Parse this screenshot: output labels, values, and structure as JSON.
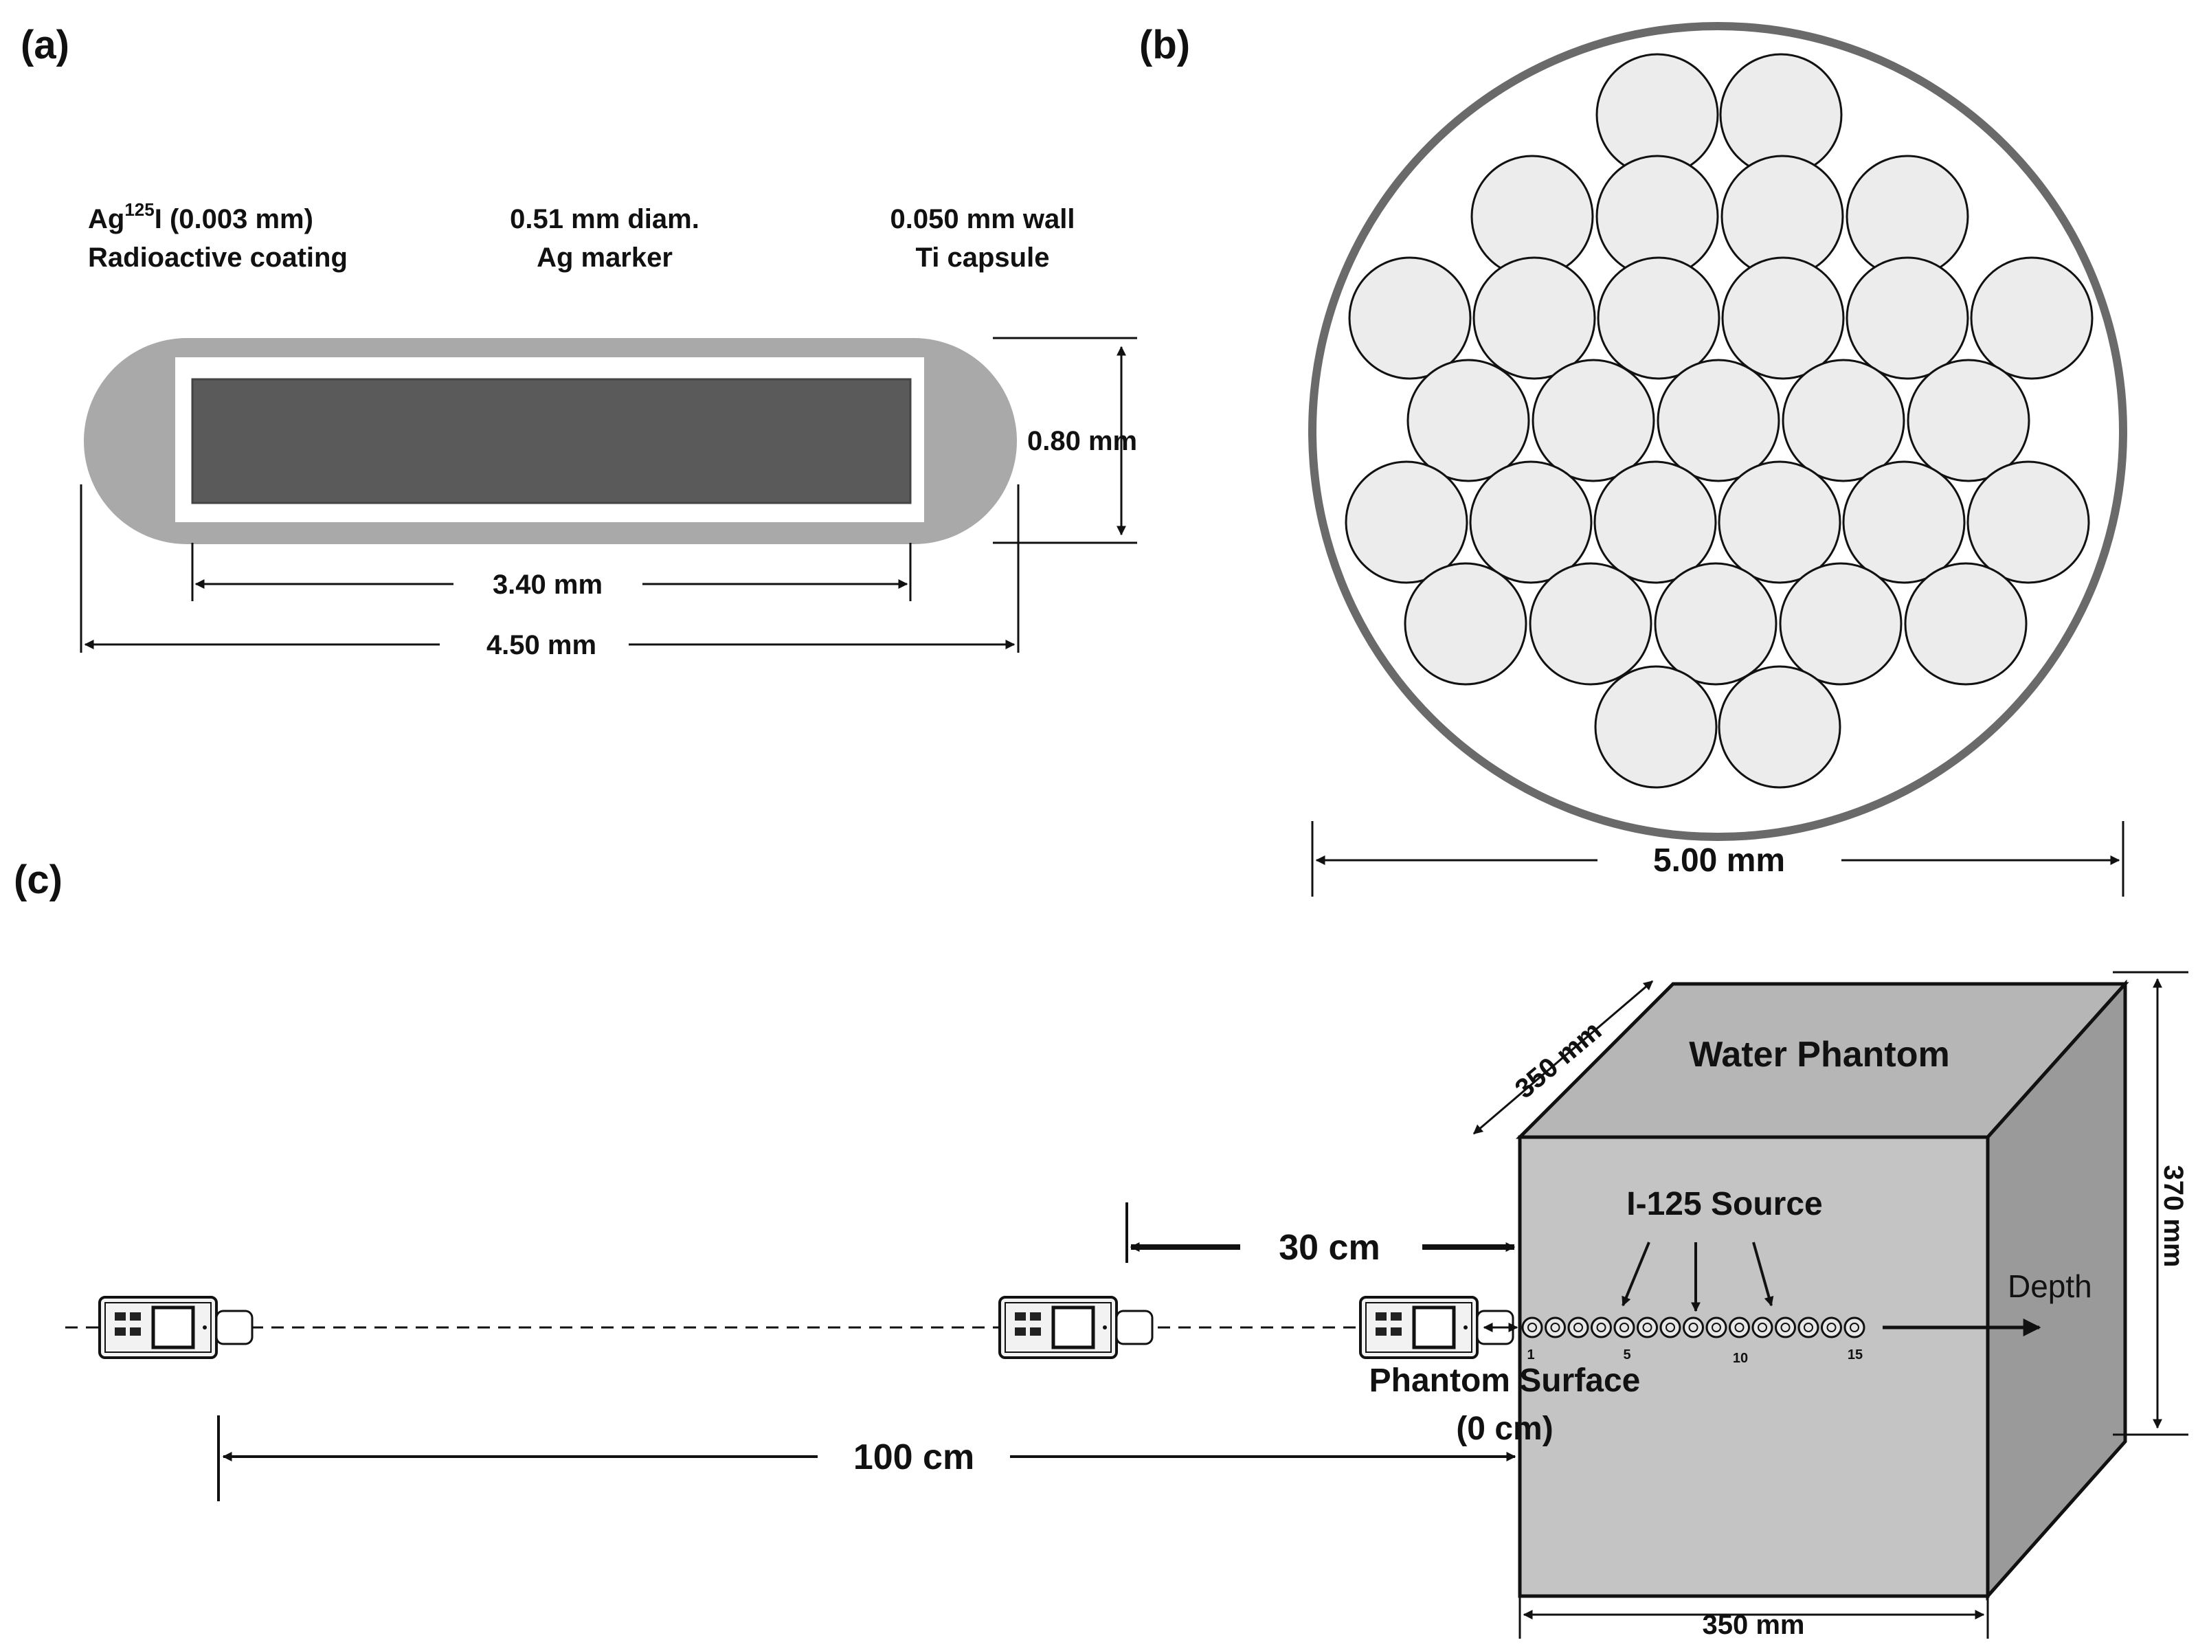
{
  "panels": {
    "a": "(a)",
    "b": "(b)",
    "c": "(c)"
  },
  "panel_a": {
    "coating_label_main": "Ag",
    "coating_label_sup": "125",
    "coating_label_rest": "I (0.003 mm)",
    "coating_label_line2": "Radioactive coating",
    "marker_line1": "0.51 mm diam.",
    "marker_line2": "Ag marker",
    "capsule_line1": "0.050 mm wall",
    "capsule_line2": "Ti capsule",
    "dim_diameter": "0.80 mm",
    "dim_marker_length": "3.40 mm",
    "dim_total_length": "4.50 mm"
  },
  "panel_b": {
    "dim_width": "5.00 mm"
  },
  "panel_c": {
    "phantom_title": "Water Phantom",
    "source_label": "I-125 Source",
    "depth_label": "Depth",
    "surface_line1": "Phantom Surface",
    "surface_line2": "(0 cm)",
    "dist_30": "30 cm",
    "dist_100": "100 cm",
    "dim_depth": "350 mm",
    "dim_height": "370 mm",
    "dim_width": "350 mm",
    "source_numbers": [
      "1",
      "5",
      "10",
      "15"
    ]
  },
  "colors": {
    "capsule": "#a9a9a9",
    "marker": "#5a5a5a",
    "phantom_front": "#c4c4c4",
    "phantom_top": "#b6b6b6",
    "phantom_side": "#9a9a9a",
    "bundle_ring": "#6a6a6a",
    "seed_fill": "#ececec"
  }
}
